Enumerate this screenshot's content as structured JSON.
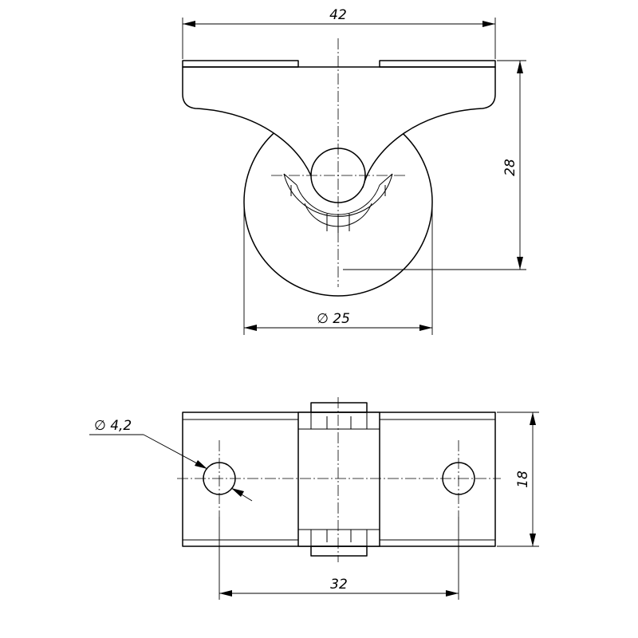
{
  "dimensions": {
    "width_overall": "42",
    "height_overall": "28",
    "wheel_diameter": "∅ 25",
    "hole_diameter": "∅ 4,2",
    "hole_spacing": "32",
    "base_width": "18"
  }
}
